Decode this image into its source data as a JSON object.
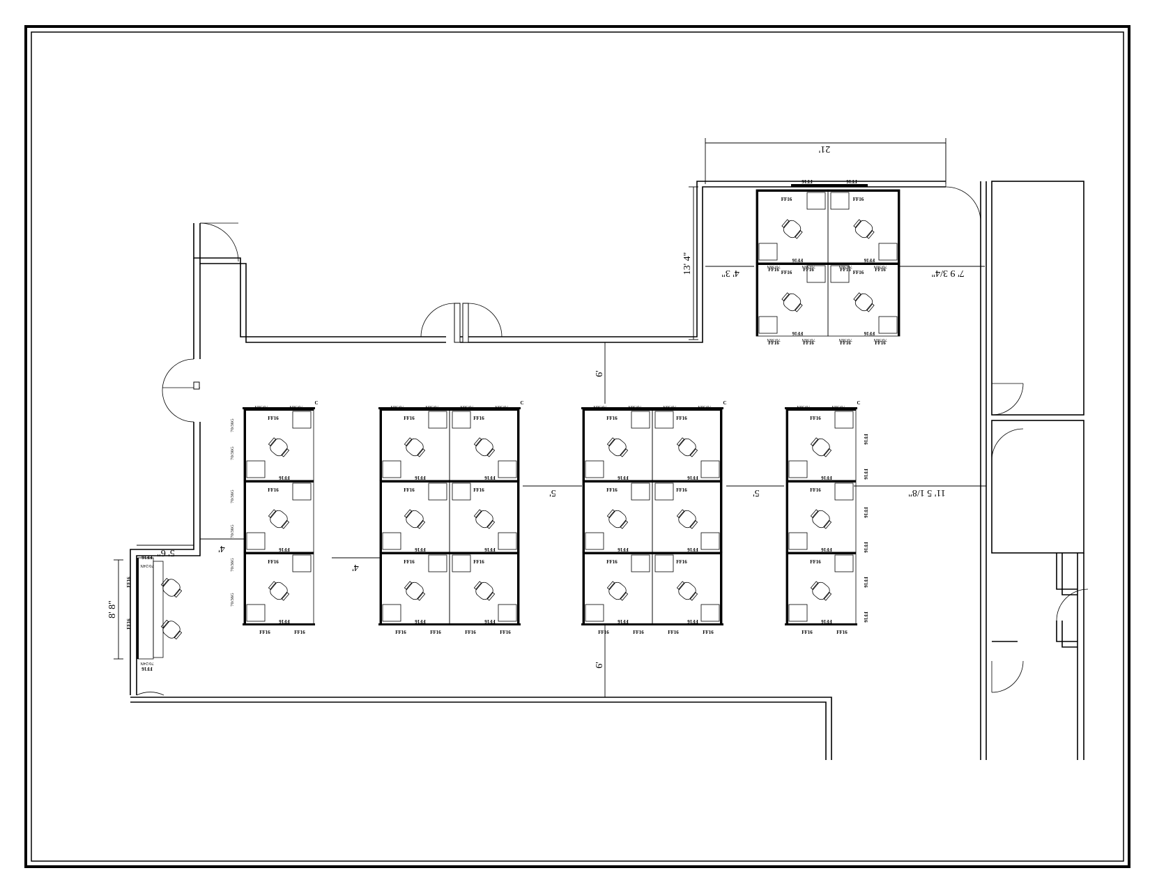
{
  "labels": {
    "panel_ff": "FF16",
    "panel_n": "70/36N",
    "panel_g": "70/36G",
    "panel_n24": "70/24N",
    "corner": "C"
  },
  "dimensions": {
    "top_width": "21'",
    "upper_height": "13' 4\"",
    "upper_aisle": "4' 3\"",
    "right_gap_upper": "7' 9 3/4\"",
    "main_aisle_top": "6'",
    "main_aisle_bottom": "6'",
    "aisle_a": "5'",
    "aisle_b": "5'",
    "right_gap_main": "11' 5 1/8\"",
    "left_gap": "4'",
    "left_gap_b": "4'",
    "reception_width": "5' 6\"",
    "reception_height": "8' 8\""
  }
}
